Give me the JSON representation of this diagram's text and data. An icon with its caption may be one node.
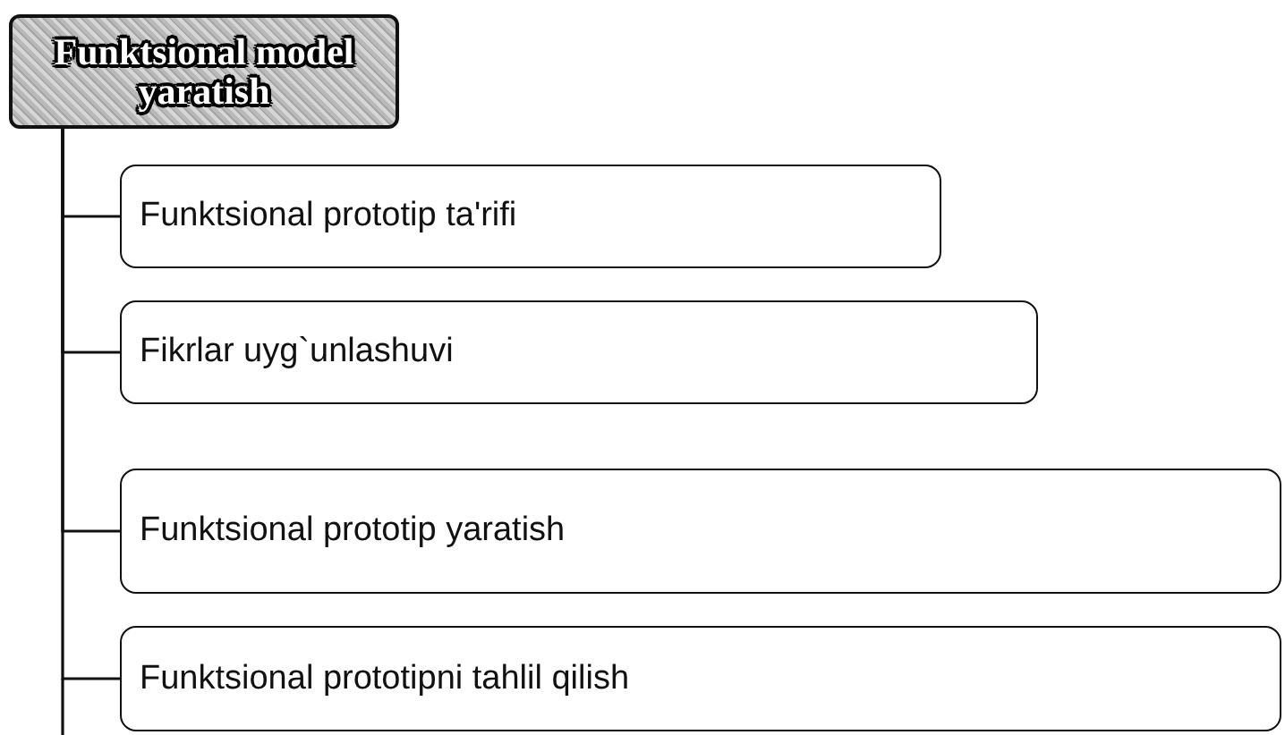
{
  "diagram": {
    "nodes": [
      {
        "text": [
          "Funktsional model yaratish"
        ]
      },
      {
        "text": [
          "Funktsional prototip ta'rifi"
        ]
      },
      {
        "text": [
          "Fikrlar uyg`unlashuvi"
        ]
      },
      {
        "text": [
          "Funktsional prototip yaratish"
        ]
      },
      {
        "text": [
          "Funktsional prototipni tahlil qilish"
        ]
      }
    ],
    "edges": [
      {
        "from": 0,
        "to": 1,
        "arrow": "none"
      },
      {
        "from": 0,
        "to": 2,
        "arrow": "none"
      },
      {
        "from": 0,
        "to": 3,
        "arrow": "none"
      },
      {
        "from": 0,
        "to": 4,
        "arrow": "none"
      }
    ]
  }
}
